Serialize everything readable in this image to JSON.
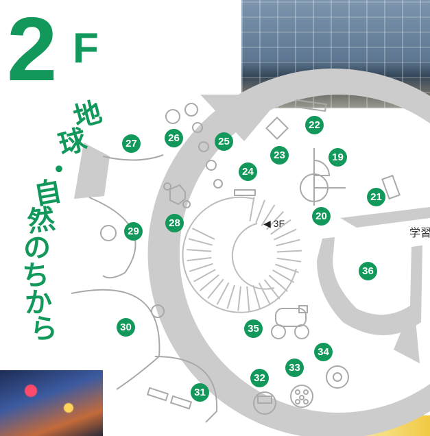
{
  "floor": {
    "number": "2",
    "unit": "F"
  },
  "zone_title_chars": [
    "地",
    "球",
    "・",
    "自",
    "然",
    "の",
    "ち",
    "か",
    "ら"
  ],
  "stair_label": "◀ 3F",
  "edge_text": "学習",
  "exhibit_numbers": [
    "19",
    "20",
    "21",
    "22",
    "23",
    "24",
    "25",
    "26",
    "27",
    "28",
    "29",
    "30",
    "31",
    "32",
    "33",
    "34",
    "35",
    "36"
  ],
  "colors": {
    "accent": "#12985a",
    "floor_ring": "#cccccc",
    "line": "#a9a9a9"
  }
}
